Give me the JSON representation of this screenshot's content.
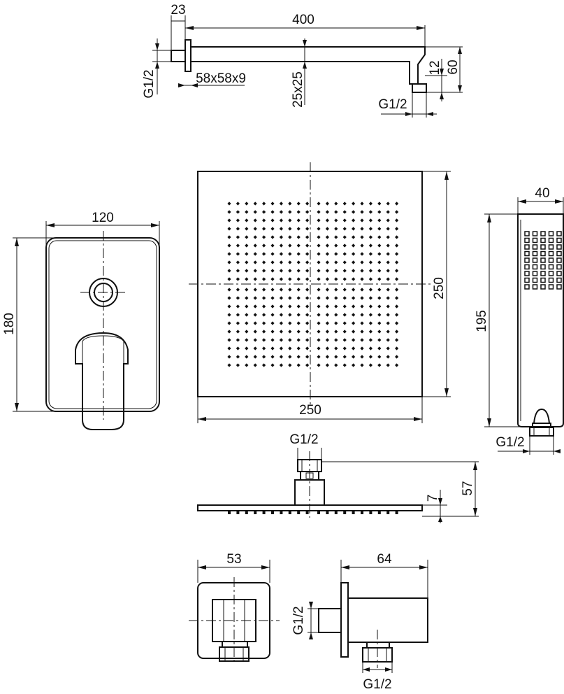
{
  "shower_arm": {
    "flange_thickness": "23",
    "arm_length": "400",
    "thread_left": "G1/2",
    "flange_size": "58x58x9",
    "arm_section": "25x25",
    "drop_height": "12",
    "total_height": "60",
    "thread_outlet": "G1/2"
  },
  "mixer_panel": {
    "width": "120",
    "height": "180"
  },
  "rain_shower_head": {
    "width": "250",
    "height": "250",
    "thread": "G1/2",
    "plate_thickness": "7",
    "total_height": "57"
  },
  "hand_shower": {
    "width": "40",
    "length": "195",
    "thread": "G1/2"
  },
  "wall_outlet": {
    "width": "53",
    "depth": "64",
    "thread_wall": "G1/2",
    "thread_hose": "G1/2"
  }
}
